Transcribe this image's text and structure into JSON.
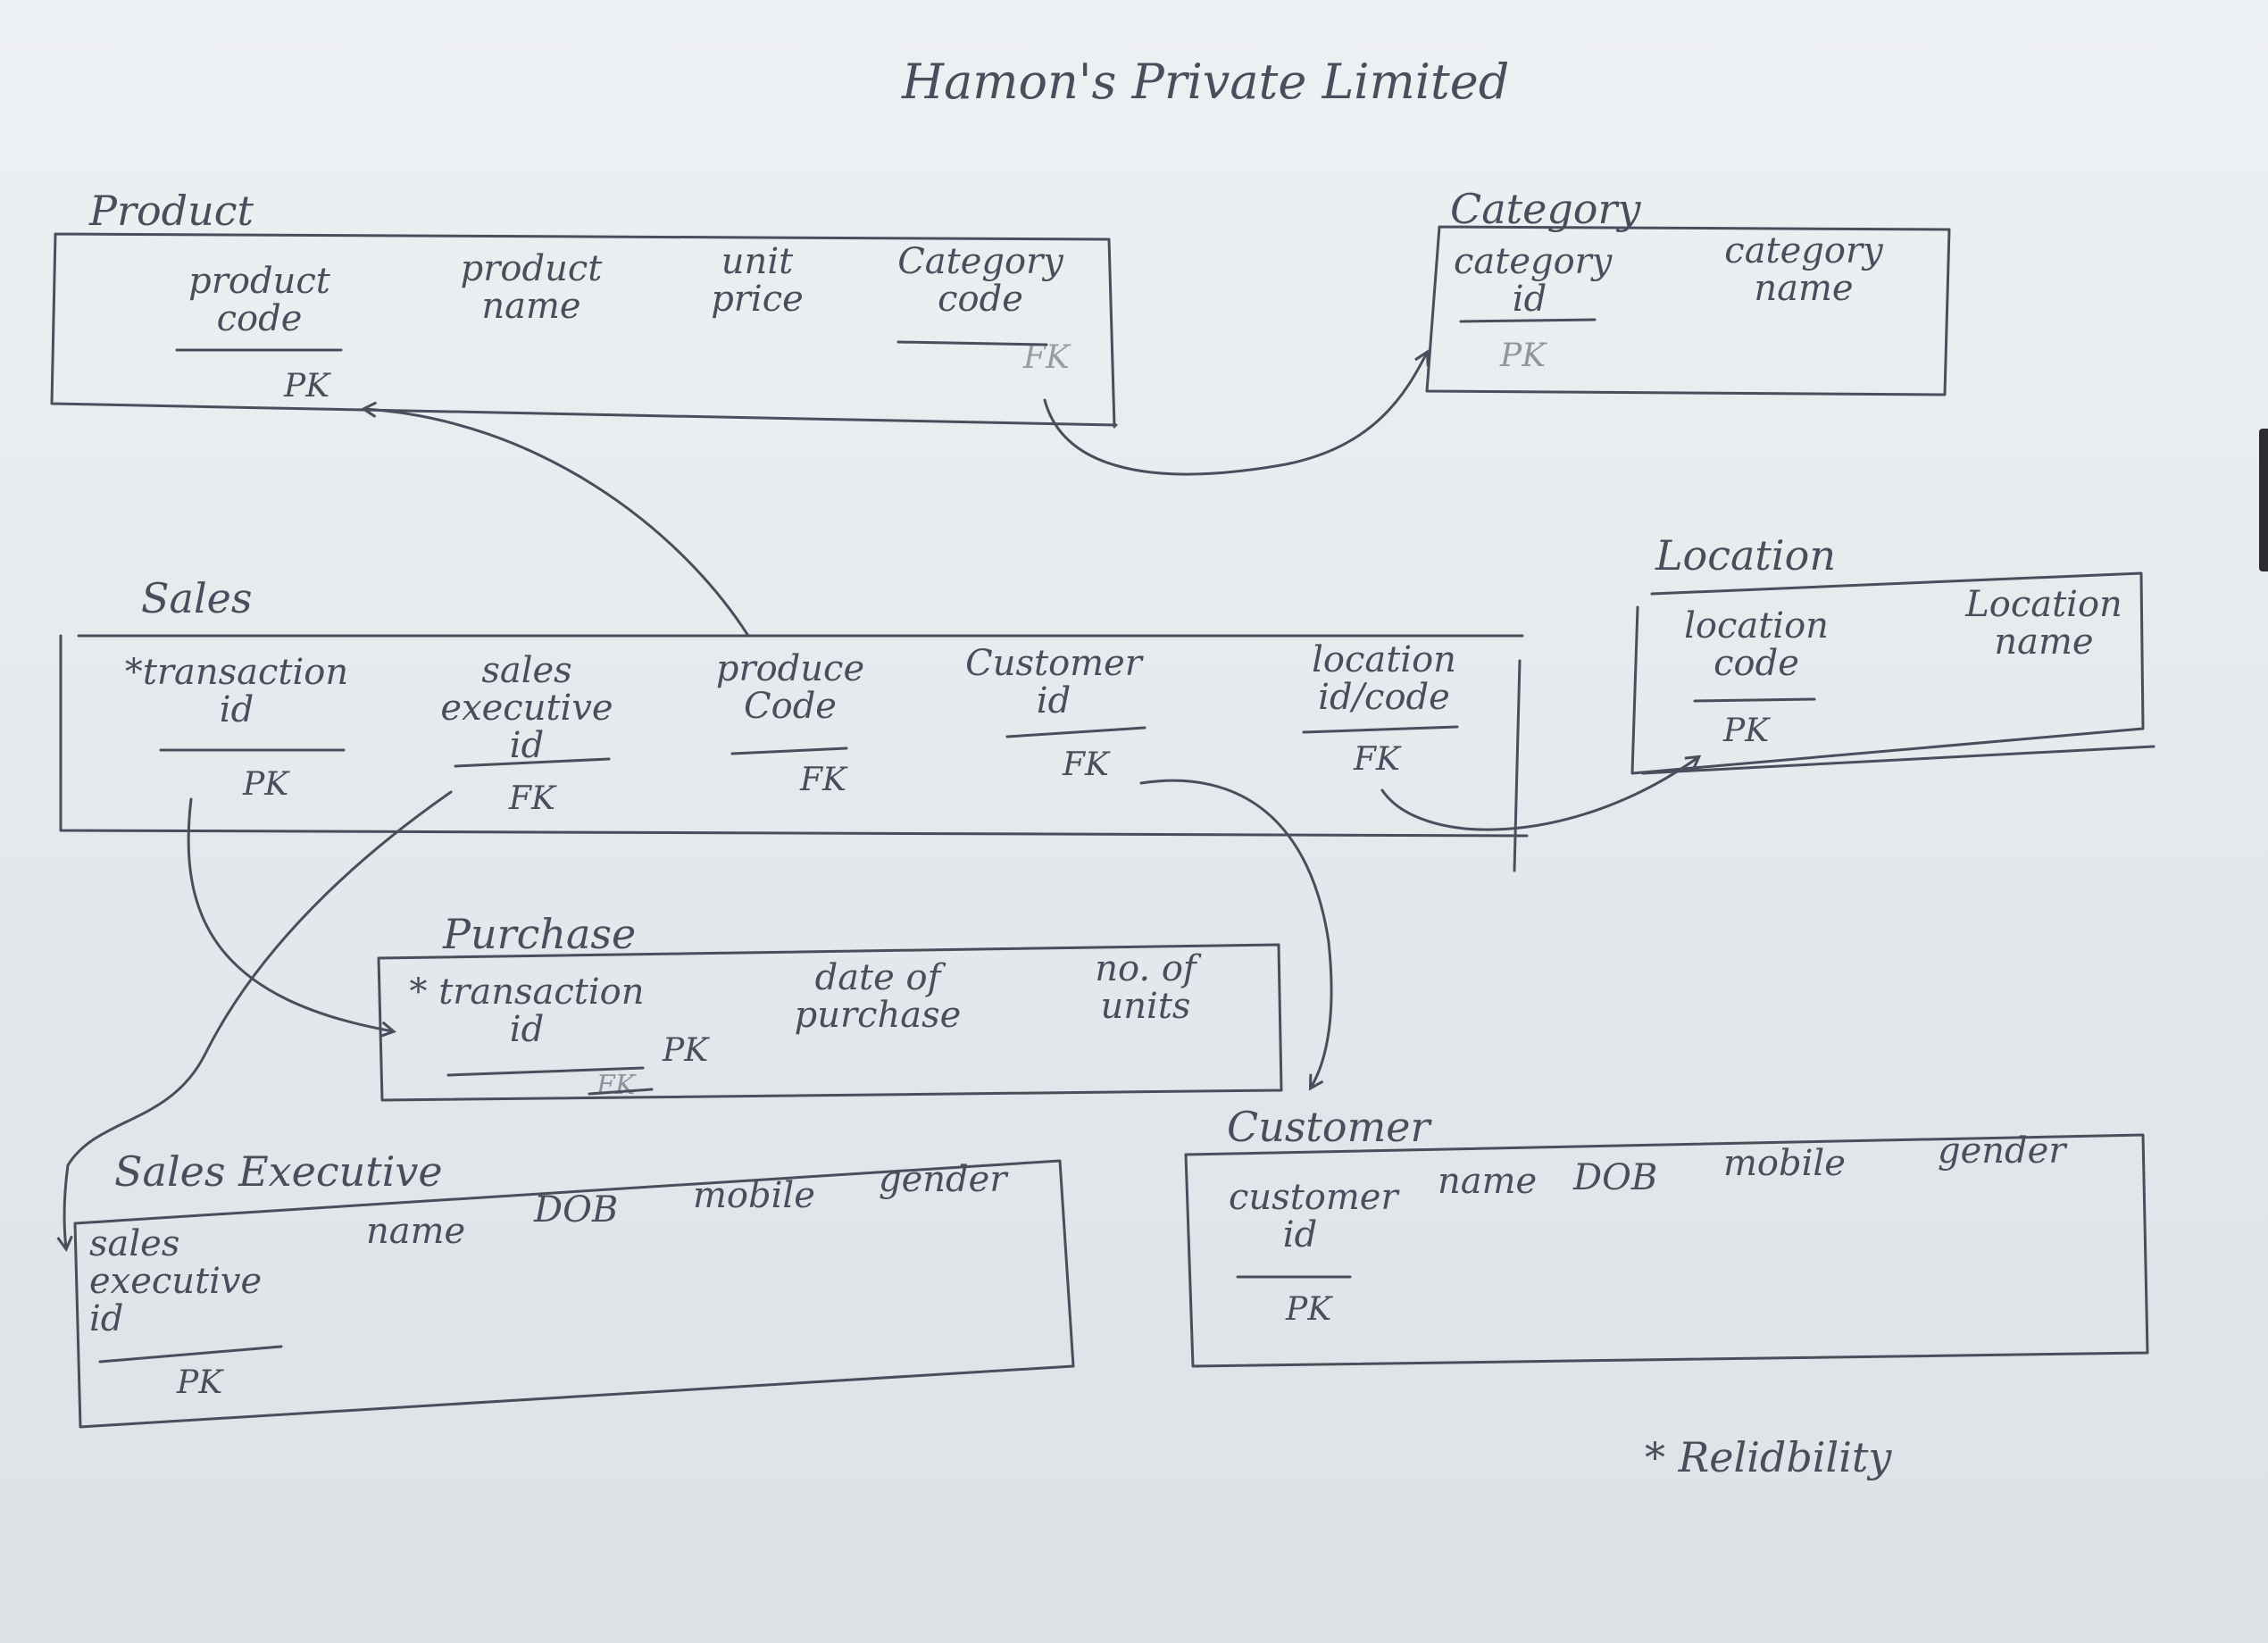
{
  "title": "Hamon's Private Limited",
  "legend": "* Relidbility",
  "entities": {
    "product": {
      "name": "Product",
      "attributes": [
        {
          "label": "product code",
          "key": "PK"
        },
        {
          "label": "product name",
          "key": ""
        },
        {
          "label": "unit price",
          "key": ""
        },
        {
          "label": "Category code",
          "key": "FK"
        }
      ]
    },
    "category": {
      "name": "Category",
      "attributes": [
        {
          "label": "category id",
          "key": "PK"
        },
        {
          "label": "category name",
          "key": ""
        }
      ]
    },
    "sales": {
      "name": "Sales",
      "attributes": [
        {
          "label": "*transaction id",
          "key": "PK"
        },
        {
          "label": "sales executive id",
          "key": "FK"
        },
        {
          "label": "produce Code",
          "key": "FK"
        },
        {
          "label": "Customer id",
          "key": "FK"
        },
        {
          "label": "location id/code",
          "key": "FK"
        }
      ]
    },
    "location": {
      "name": "Location",
      "attributes": [
        {
          "label": "location code",
          "key": "PK"
        },
        {
          "label": "Location name",
          "key": ""
        }
      ]
    },
    "purchase": {
      "name": "Purchase",
      "attributes": [
        {
          "label": "* transaction id",
          "key": "PK",
          "struck": "FK"
        },
        {
          "label": "date of purchase",
          "key": ""
        },
        {
          "label": "no. of units",
          "key": ""
        }
      ]
    },
    "sales_executive": {
      "name": "Sales Executive",
      "attributes": [
        {
          "label": "sales executive id",
          "key": "PK"
        },
        {
          "label": "name",
          "key": ""
        },
        {
          "label": "DOB",
          "key": ""
        },
        {
          "label": "mobile",
          "key": ""
        },
        {
          "label": "gender",
          "key": ""
        }
      ]
    },
    "customer": {
      "name": "Customer",
      "attributes": [
        {
          "label": "customer id",
          "key": "PK"
        },
        {
          "label": "name",
          "key": ""
        },
        {
          "label": "DOB",
          "key": ""
        },
        {
          "label": "mobile",
          "key": ""
        },
        {
          "label": "gender",
          "key": ""
        }
      ]
    }
  },
  "relationships": [
    {
      "from": "product.Category code",
      "to": "category.category id"
    },
    {
      "from": "sales.produce Code",
      "to": "product.product code"
    },
    {
      "from": "sales.location id/code",
      "to": "location.location code"
    },
    {
      "from": "sales.*transaction id",
      "to": "purchase.* transaction id"
    },
    {
      "from": "sales.sales executive id",
      "to": "sales_executive.sales executive id"
    },
    {
      "from": "sales.Customer id",
      "to": "customer.customer id"
    }
  ],
  "colors": {
    "ink": "#4a4e5c",
    "paper": "#e8ebee"
  }
}
